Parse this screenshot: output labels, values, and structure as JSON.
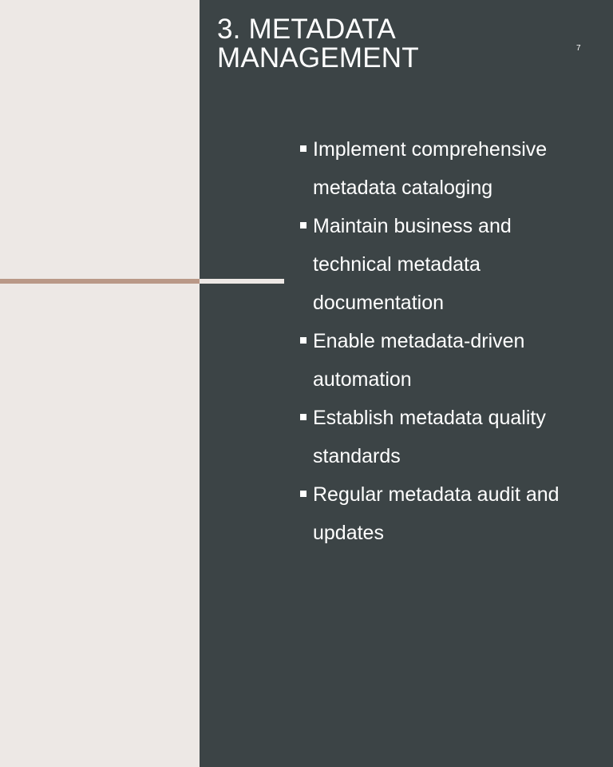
{
  "slide": {
    "title": "3. METADATA MANAGEMENT",
    "page_number": "7",
    "bullets": [
      "Implement comprehensive metadata cataloging",
      "Maintain business and technical metadata documentation",
      "Enable metadata-driven automation",
      "Establish metadata quality standards",
      "Regular metadata audit and updates"
    ]
  },
  "colors": {
    "left_background": "#ede8e5",
    "right_background": "#3c4446",
    "accent_line": "#b99887",
    "text": "#ffffff"
  }
}
